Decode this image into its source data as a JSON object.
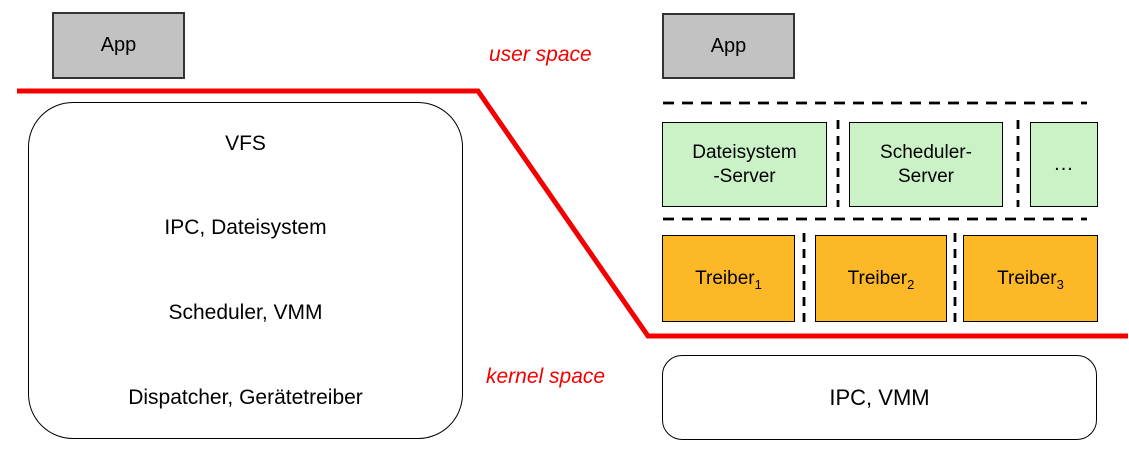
{
  "colors": {
    "red": "#f40000",
    "app_fill": "#c2c2c2",
    "app_border": "#333333",
    "server_fill": "#cbf2c6",
    "driver_fill": "#fdb827",
    "line": "#000000"
  },
  "region_labels": {
    "user_space": "user space",
    "kernel_space": "kernel space"
  },
  "monolithic": {
    "app_label": "App",
    "layers": [
      "VFS",
      "IPC, Dateisystem",
      "Scheduler, VMM",
      "Dispatcher, Gerätetreiber"
    ]
  },
  "microkernel": {
    "app_label": "App",
    "servers": [
      {
        "line1": "Dateisystem",
        "line2": "-Server"
      },
      {
        "line1": "Scheduler-",
        "line2": "Server"
      }
    ],
    "servers_more": "...",
    "drivers": [
      {
        "base": "Treiber",
        "sub": "1"
      },
      {
        "base": "Treiber",
        "sub": "2"
      },
      {
        "base": "Treiber",
        "sub": "3"
      }
    ],
    "kernel_label": "IPC, VMM"
  }
}
